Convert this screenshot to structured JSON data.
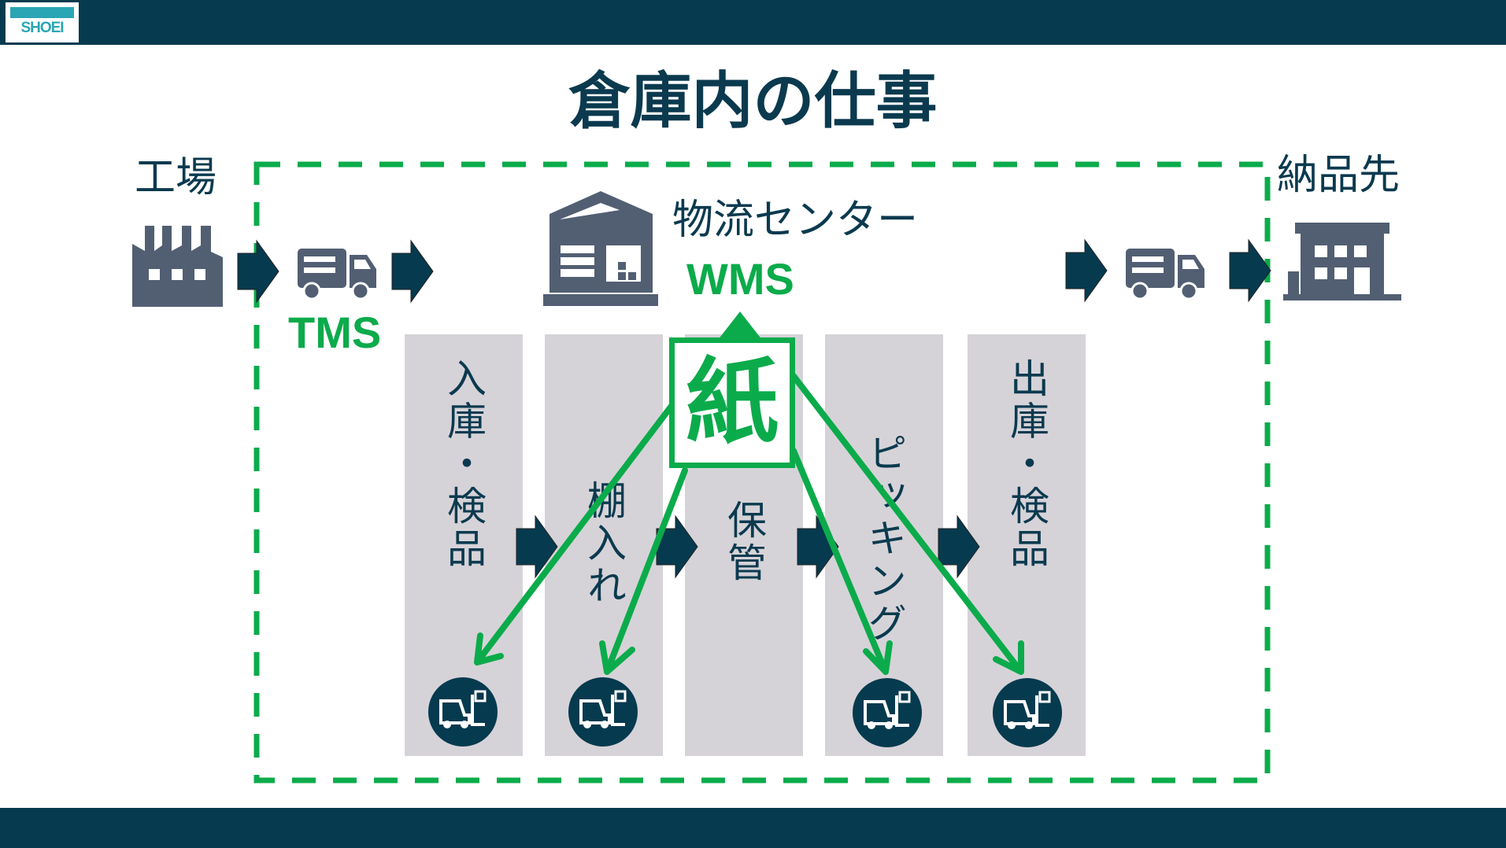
{
  "header": {
    "logo_text": "SHOEI"
  },
  "title": "倉庫内の仕事",
  "origin": {
    "label": "工場",
    "system": "TMS"
  },
  "center": {
    "label": "物流センター",
    "system": "WMS"
  },
  "destination": {
    "label": "納品先"
  },
  "paper": {
    "label": "紙"
  },
  "steps": [
    {
      "label": "入庫・検品",
      "forklift": true
    },
    {
      "label": "棚入れ",
      "forklift": true
    },
    {
      "label": "保管",
      "forklift": false
    },
    {
      "label": "ピッキング",
      "forklift": true
    },
    {
      "label": "出庫・検品",
      "forklift": true
    }
  ],
  "colors": {
    "navy": "#063a4f",
    "green": "#0bab4b",
    "icon_gray": "#525f73",
    "column": "#d6d3d8"
  }
}
